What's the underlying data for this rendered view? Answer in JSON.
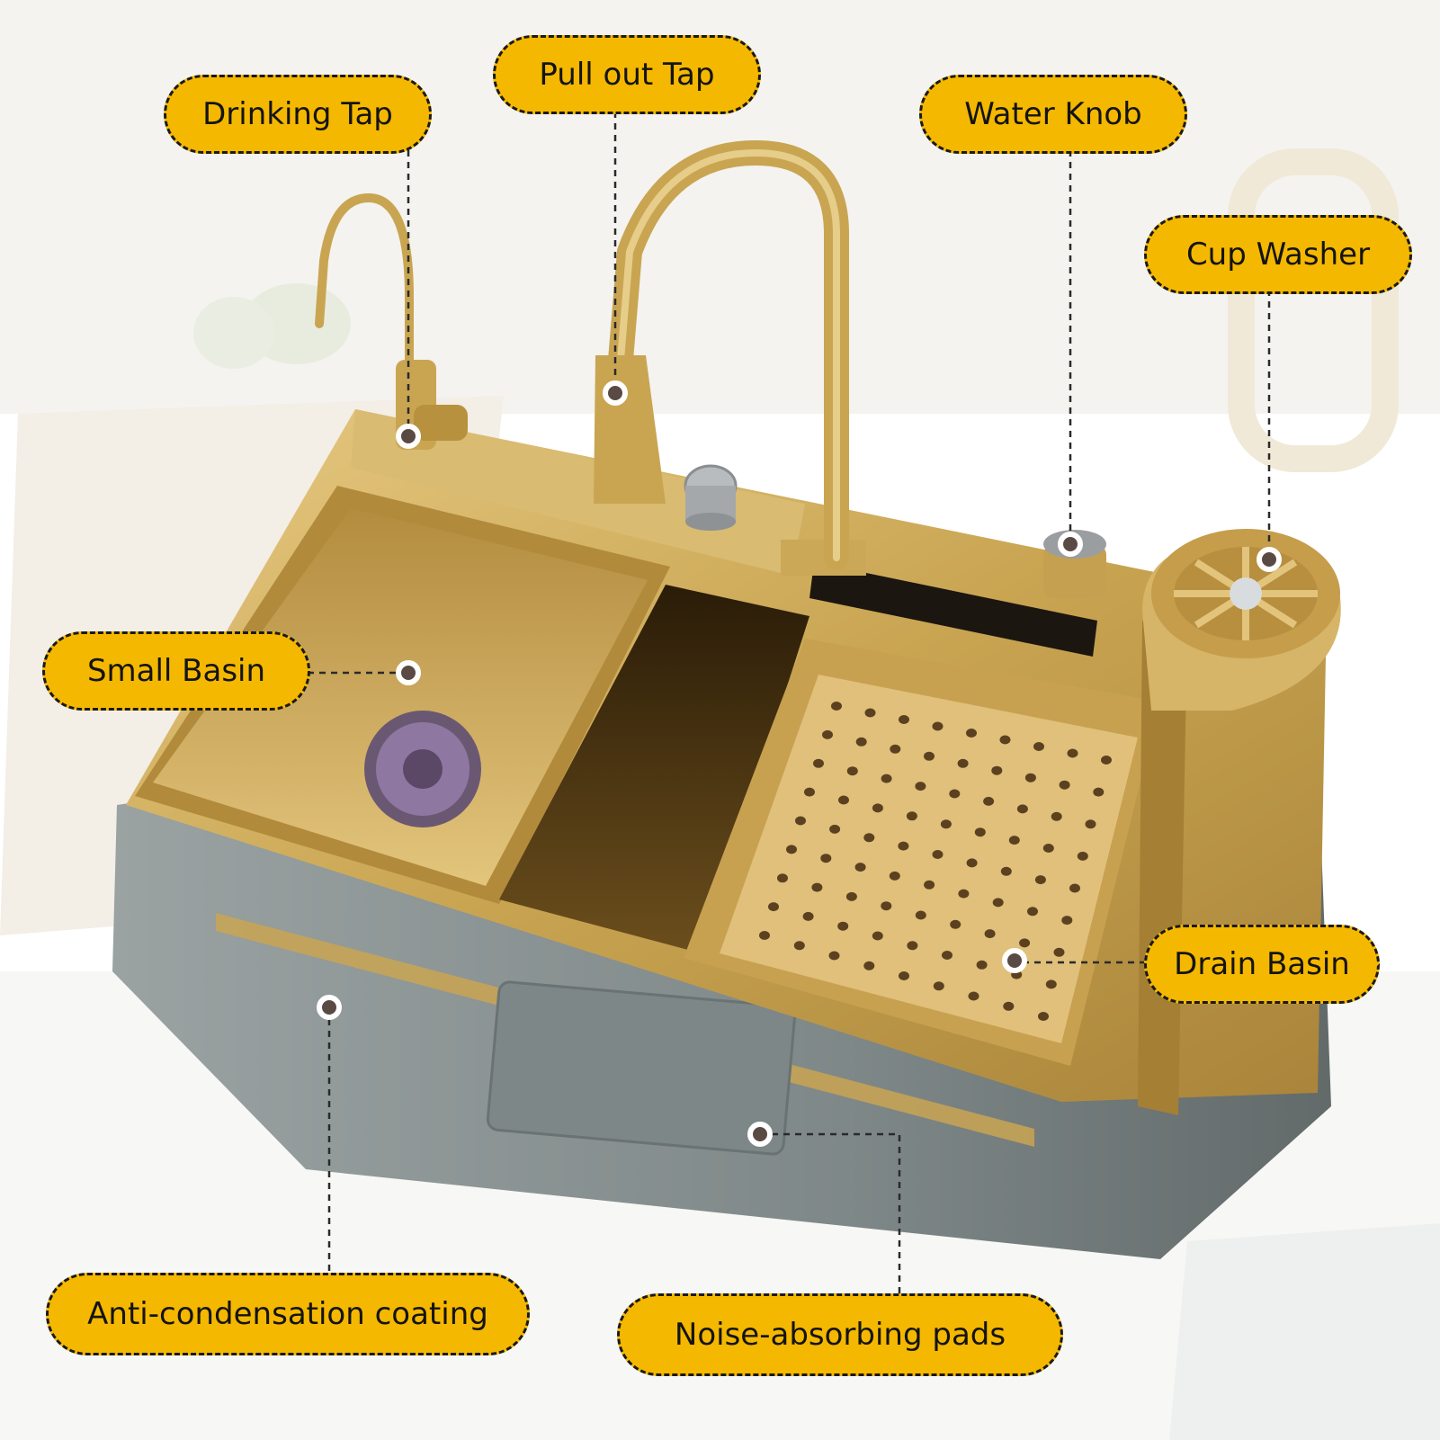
{
  "colors": {
    "callout_fill": "#f5b800",
    "callout_border": "#1a1a1a",
    "gold": "#c9a552",
    "gold_light": "#e2c57e",
    "gold_dark": "#8a6a24",
    "sink_body": "#8e9696",
    "marker": "#5a4a44"
  },
  "callouts": {
    "drinking_tap": "Drinking Tap",
    "pull_out_tap": "Pull out Tap",
    "water_knob": "Water Knob",
    "cup_washer": "Cup Washer",
    "small_basin": "Small Basin",
    "drain_basin": "Drain Basin",
    "anti_condensation": "Anti-condensation coating",
    "noise_absorbing": "Noise-absorbing pads"
  }
}
